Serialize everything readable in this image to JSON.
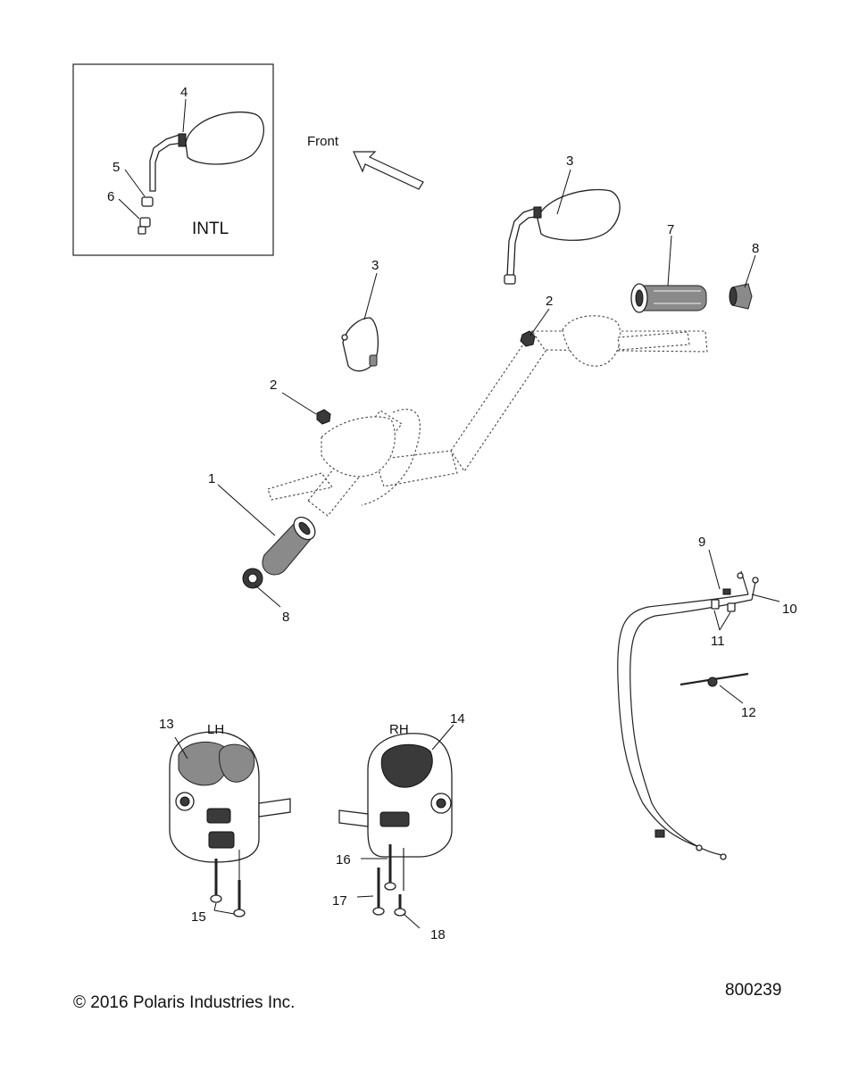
{
  "diagram": {
    "callouts": {
      "c1": "1",
      "c2a": "2",
      "c2b": "2",
      "c3a": "3",
      "c3b": "3",
      "c4": "4",
      "c5": "5",
      "c6": "6",
      "c7": "7",
      "c8a": "8",
      "c8b": "8",
      "c9": "9",
      "c10": "10",
      "c11": "11",
      "c12": "12",
      "c13": "13",
      "c14": "14",
      "c15": "15",
      "c16": "16",
      "c17": "17",
      "c18": "18"
    },
    "inset_label": "INTL",
    "direction_label": "Front",
    "lh_label": "LH",
    "rh_label": "RH",
    "copyright": "© 2016 Polaris Industries Inc.",
    "figure_number": "800239"
  }
}
